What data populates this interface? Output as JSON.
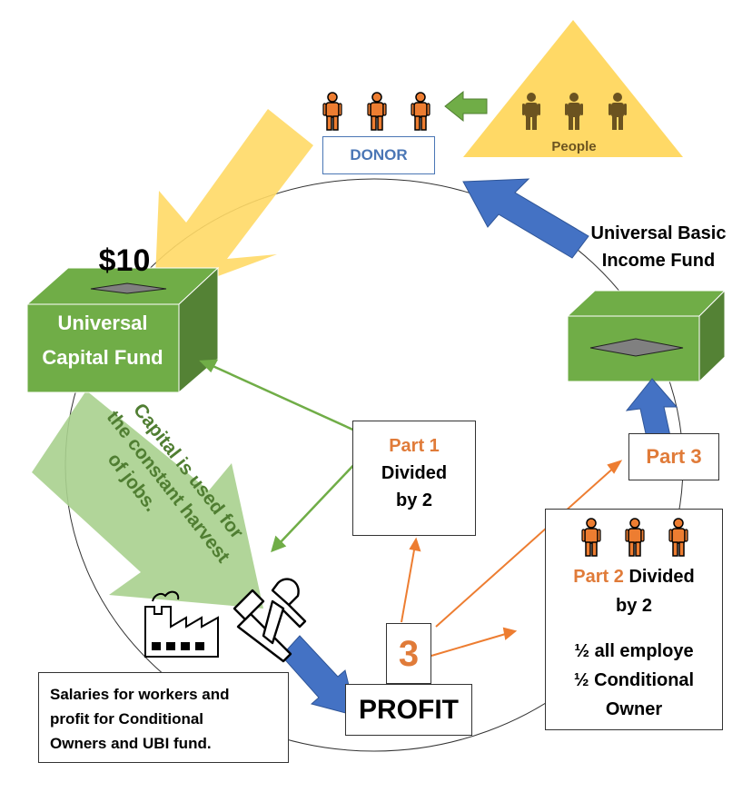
{
  "colors": {
    "green_dark": "#4e8f2f",
    "green_light": "#a9d08e",
    "yellow": "#ffd966",
    "blue": "#4472c4",
    "orange": "#ed7d31",
    "donor_text": "#4a76b5"
  },
  "donor": {
    "label": "DONOR"
  },
  "people": {
    "label": "People"
  },
  "ucf": {
    "amount": "$10",
    "title_line1": "Universal",
    "title_line2": "Capital Fund"
  },
  "ubi": {
    "label_line1": "Universal Basic",
    "label_line2": "Income Fund"
  },
  "capital_arrow": {
    "line1": "Capital is used for",
    "line2": "the constant harvest",
    "line3": "of jobs."
  },
  "part1": {
    "title": "Part 1",
    "line1": "Divided",
    "line2": "by 2"
  },
  "part2": {
    "title": "Part 2",
    "title_rest": " Divided",
    "line2": "by 2",
    "line3": "½ all employe",
    "line4": "½ Conditional",
    "line5": "Owner"
  },
  "part3": {
    "title": "Part 3"
  },
  "number3": {
    "value": "3"
  },
  "profit": {
    "label": "PROFIT"
  },
  "salaries": {
    "line1": "Salaries for workers and",
    "line2": "profit for Conditional",
    "line3": "Owners and UBI fund."
  },
  "icons": [
    "person-icon",
    "factory-icon",
    "hammer-icon"
  ]
}
